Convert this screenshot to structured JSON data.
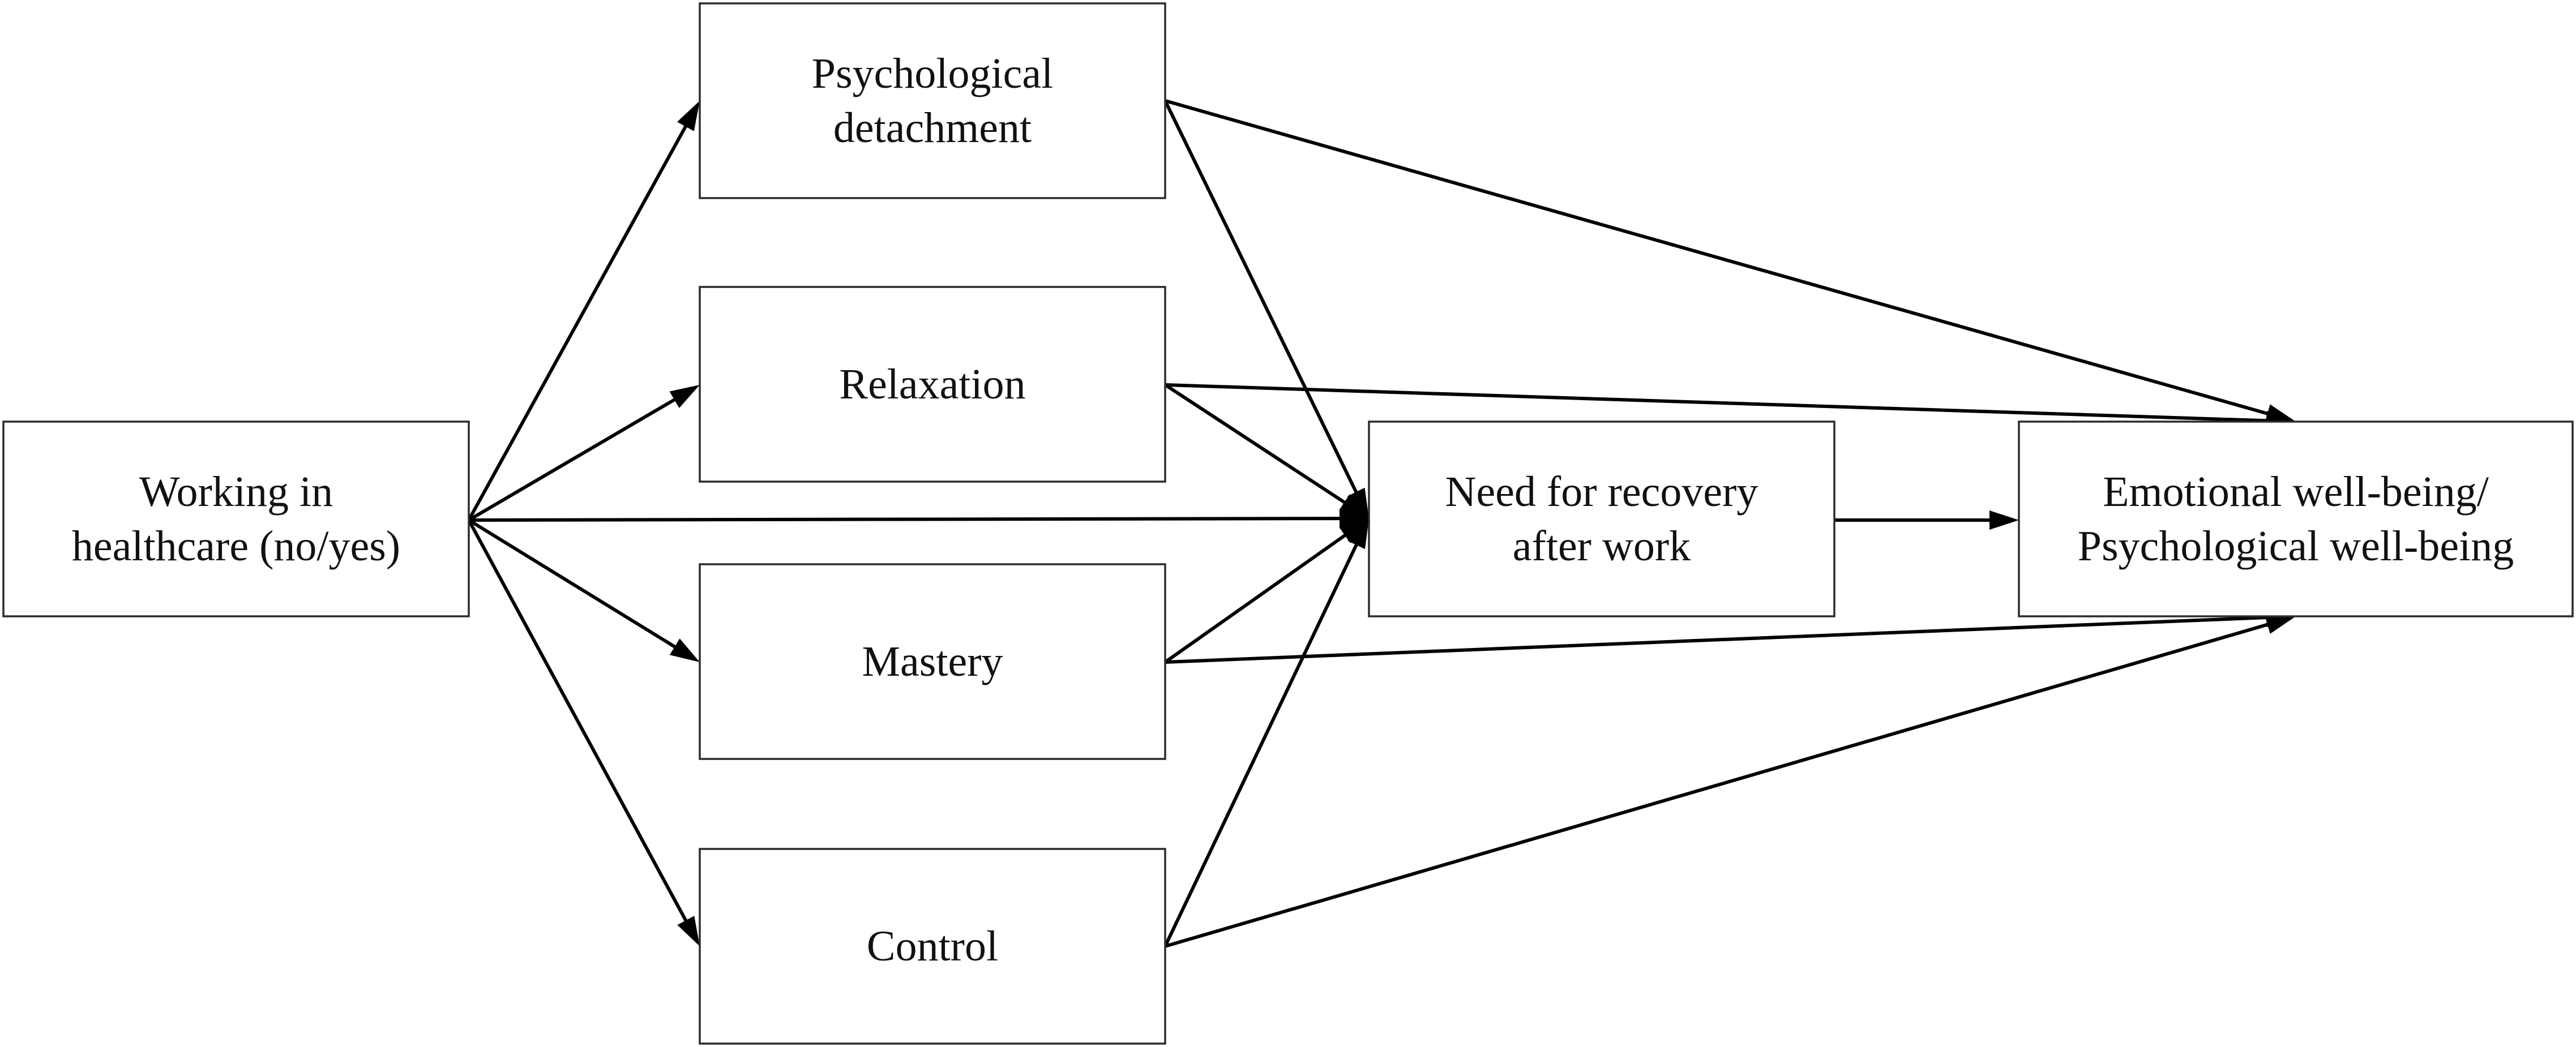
{
  "diagram": {
    "colors": {
      "box_border": "#2b2b2b",
      "arrow": "#000000",
      "text": "#111111",
      "background": "#ffffff"
    },
    "nodes": {
      "working": {
        "lines": [
          "Working in",
          "healthcare (no/yes)"
        ]
      },
      "detachment": {
        "lines": [
          "Psychological",
          "detachment"
        ]
      },
      "relaxation": {
        "lines": [
          "Relaxation"
        ]
      },
      "mastery": {
        "lines": [
          "Mastery"
        ]
      },
      "control": {
        "lines": [
          "Control"
        ]
      },
      "recovery": {
        "lines": [
          "Need for recovery",
          "after work"
        ]
      },
      "wellbeing": {
        "lines": [
          "Emotional well-being/",
          "Psychological well-being"
        ]
      }
    },
    "edges": [
      {
        "from": "working",
        "to": "detachment"
      },
      {
        "from": "working",
        "to": "relaxation"
      },
      {
        "from": "working",
        "to": "recovery"
      },
      {
        "from": "working",
        "to": "mastery"
      },
      {
        "from": "working",
        "to": "control"
      },
      {
        "from": "detachment",
        "to": "recovery"
      },
      {
        "from": "relaxation",
        "to": "recovery"
      },
      {
        "from": "mastery",
        "to": "recovery"
      },
      {
        "from": "control",
        "to": "recovery"
      },
      {
        "from": "detachment",
        "to": "wellbeing"
      },
      {
        "from": "relaxation",
        "to": "wellbeing"
      },
      {
        "from": "mastery",
        "to": "wellbeing"
      },
      {
        "from": "control",
        "to": "wellbeing"
      },
      {
        "from": "recovery",
        "to": "wellbeing"
      }
    ]
  }
}
